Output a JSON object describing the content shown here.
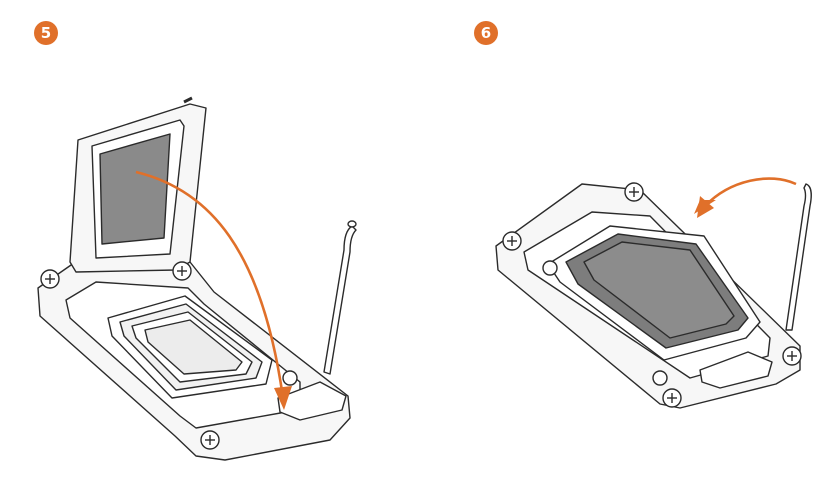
{
  "steps": [
    {
      "number": "5"
    },
    {
      "number": "6"
    }
  ],
  "colors": {
    "accent": "#e0702a",
    "outline": "#2b2b2b",
    "metal_fill": "#f7f7f7",
    "socket_grey": "#8a8a8a",
    "plate_grey": "#7d7d7d"
  },
  "icons": [
    "step-badge-5",
    "step-badge-6",
    "rotation-arrow-icon",
    "rotation-arrow-icon"
  ]
}
